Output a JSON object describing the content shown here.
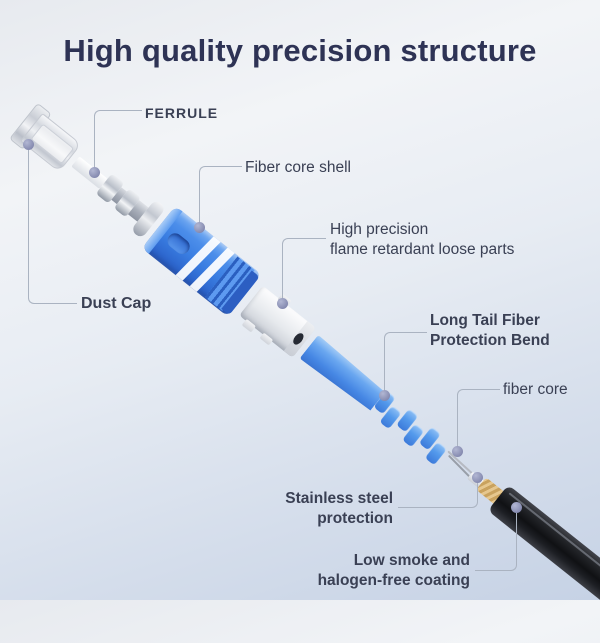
{
  "title": "High quality precision structure",
  "callouts": {
    "ferrule": {
      "label": "FERRULE"
    },
    "fiber_core_shell": {
      "label": "Fiber core shell"
    },
    "loose_parts": {
      "line1": "High precision",
      "line2": "flame retardant loose parts"
    },
    "dust_cap": {
      "label": "Dust Cap"
    },
    "long_tail": {
      "line1": "Long Tail Fiber",
      "line2": "Protection Bend"
    },
    "fiber_core": {
      "label": "fiber core"
    },
    "stainless": {
      "line1": "Stainless steel",
      "line2": "protection"
    },
    "low_smoke": {
      "line1": "Low smoke and",
      "line2": "halogen-free coating"
    }
  },
  "palette": {
    "title_text": "#2e3355",
    "label_text": "#3a4054",
    "callout_line": "#aab3c1",
    "callout_dot": "#8d92b4",
    "connector_blue": "#3a7ee2",
    "boot_blue": "#5b9cec",
    "white_part": "#f4f5f7",
    "metal_silver": "#c3c8d1",
    "kevlar_tan": "#d9b97e",
    "cable_black": "#17181c",
    "background_top": "#f2f4f7",
    "background_bottom": "#c6d2e5"
  }
}
